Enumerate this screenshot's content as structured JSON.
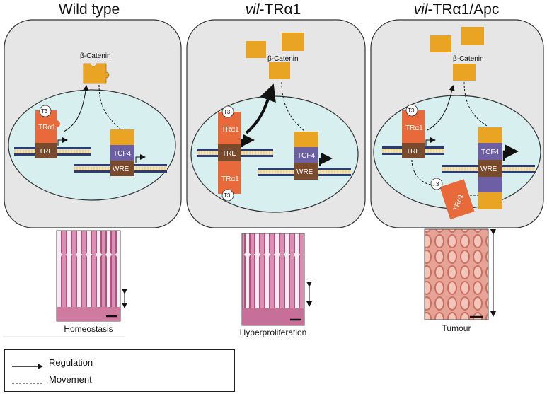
{
  "panels": [
    {
      "title": "Wild type",
      "caption": "Homeostasis"
    },
    {
      "title_italic": "vil",
      "title_rest": "-TRα1",
      "caption": "Hyperproliferation"
    },
    {
      "title_italic": "vil",
      "title_rest": "-TRα1/Apc",
      "caption": "Tumour"
    }
  ],
  "labels": {
    "beta_catenin": "β-Catenin",
    "t3": "T3",
    "tra1": "TRα1",
    "tre": "TRE",
    "tcf4": "TCF4",
    "wre": "WRE"
  },
  "legend": {
    "regulation": "Regulation",
    "movement": "Movement"
  },
  "colors": {
    "cell_fill": "#e6e6e6",
    "nucleus_fill": "#d8efef",
    "tra1_orange": "#e8693a",
    "dna_brown": "#7a4a2c",
    "tcf4_purple": "#6d5fa3",
    "catenin_yellow": "#e8a422",
    "dna_blue": "#2a3c78",
    "histology_pink": "#c05a84",
    "tumour_pink": "#d98878"
  }
}
